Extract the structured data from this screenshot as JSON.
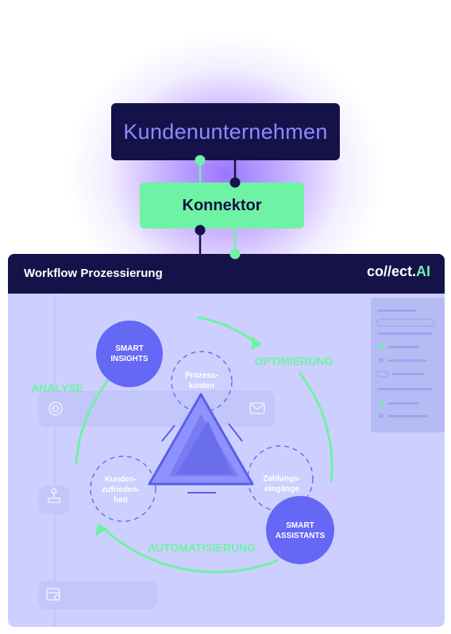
{
  "top_box": {
    "label": "Kundenunternehmen"
  },
  "connector": {
    "label": "Konnektor"
  },
  "panel": {
    "title": "Workflow Prozessierung",
    "logo_main": "co//ect.",
    "logo_accent": "AI"
  },
  "cycle": {
    "smart_insights": [
      "SMART",
      "INSIGHTS"
    ],
    "smart_assistants": [
      "SMART",
      "ASSISTANTS"
    ],
    "optimierung": "OPTIMIERUNG",
    "analyse": "ANALYSE",
    "automatisierung": "AUTOMATISIERUNG",
    "prozesskosten": [
      "Prozess-",
      "kosten"
    ],
    "zahlungseingaenge": [
      "Zahlungs-",
      "eingänge"
    ],
    "kundenzufriedenheit": [
      "Kunden-",
      "zufrieden-",
      "heit"
    ]
  },
  "colors": {
    "navy": "#15124a",
    "green": "#6ef2a4",
    "purple_circle": "#6567f5",
    "panel_bg": "#cdd0ff",
    "top_text": "#8a8cff"
  },
  "icons": [
    "at-icon",
    "mail-icon",
    "stamp-icon",
    "calendar-icon"
  ]
}
